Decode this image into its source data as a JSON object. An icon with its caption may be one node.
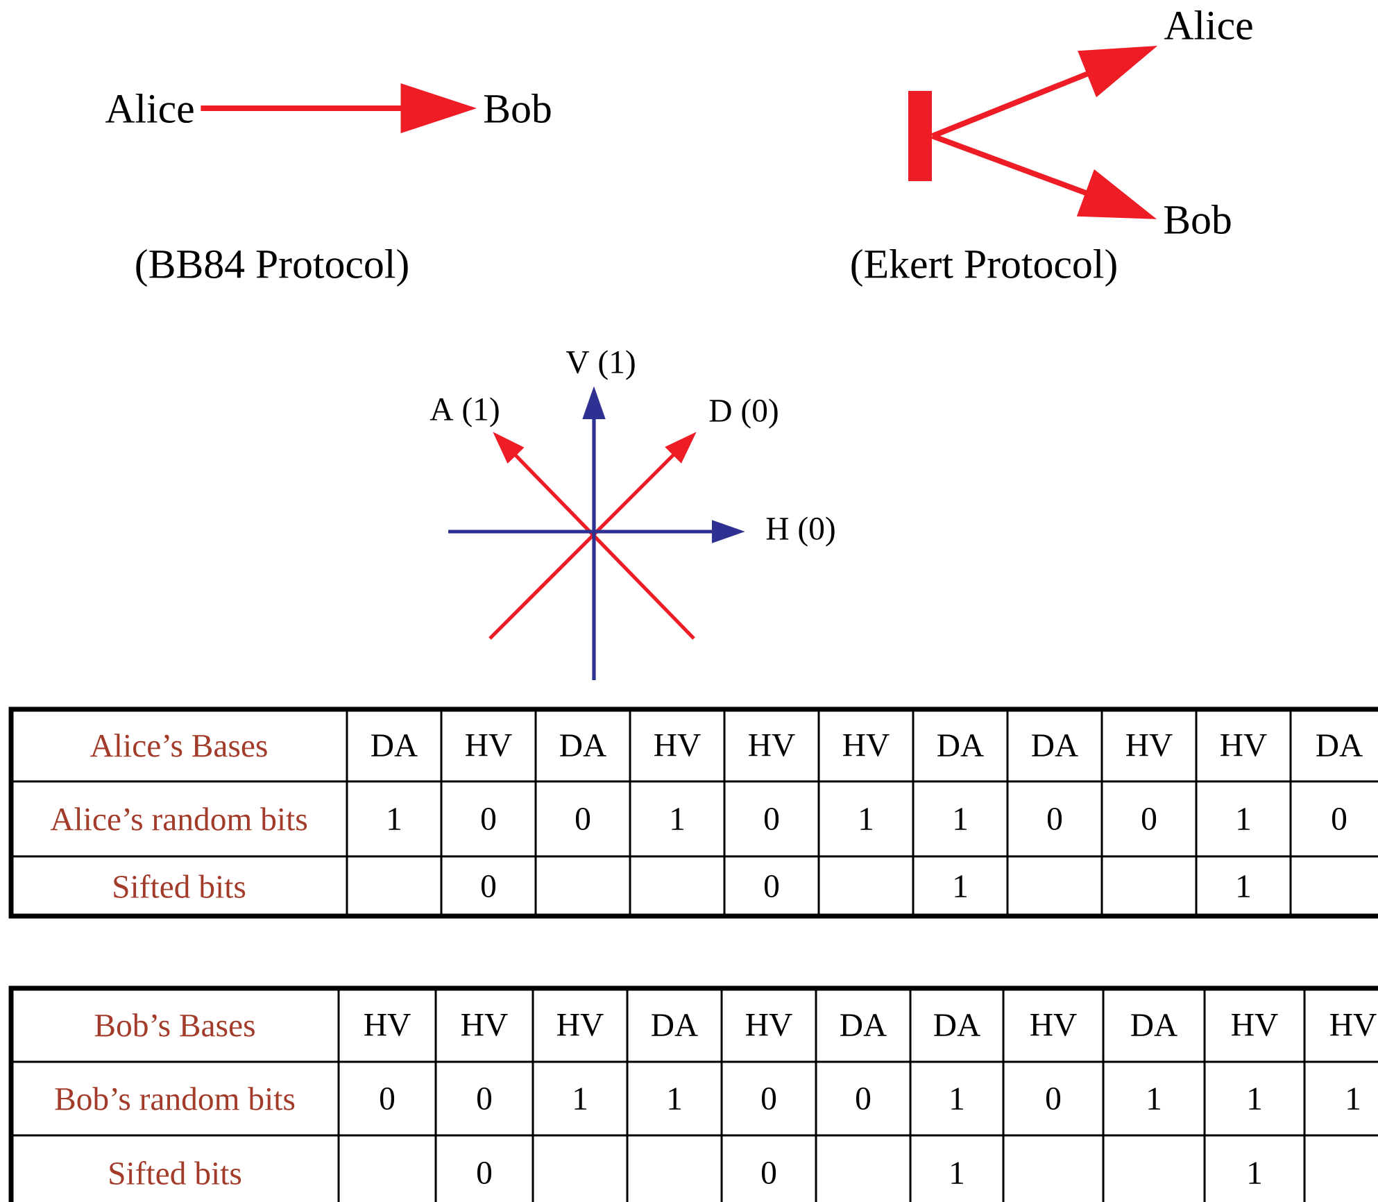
{
  "diagram": {
    "nodes": [
      {
        "text": [
          "Alice"
        ]
      },
      {
        "text": [
          "Bob"
        ]
      },
      {
        "text": [
          "Alice"
        ]
      },
      {
        "text": [],
        "shape": "bar"
      },
      {
        "text": [
          "Bob"
        ]
      }
    ],
    "edges": [
      {
        "from": 0,
        "to": 1,
        "arrow": "to"
      },
      {
        "from": 3,
        "to": 2,
        "arrow": "to"
      },
      {
        "from": 3,
        "to": 4,
        "arrow": "to"
      }
    ],
    "labels": [
      "(BB84 Protocol)",
      "(Ekert Protocol)",
      "V (1)",
      "A (1)",
      "D (0)",
      "H (0)",
      "Alice’s Bases",
      "DA",
      "HV",
      "DA",
      "HV",
      "HV",
      "HV",
      "DA",
      "DA",
      "HV",
      "HV",
      "DA",
      "Alice’s random bits",
      "1",
      "0",
      "0",
      "1",
      "0",
      "1",
      "1",
      "0",
      "0",
      "1",
      "0",
      "Sifted bits",
      "0",
      "0",
      "1",
      "1",
      "Bob’s Bases",
      "HV",
      "HV",
      "HV",
      "DA",
      "HV",
      "DA",
      "DA",
      "HV",
      "DA",
      "HV",
      "HV",
      "Bob’s random bits",
      "0",
      "0",
      "1",
      "1",
      "0",
      "0",
      "1",
      "0",
      "1",
      "1",
      "1",
      "Sifted bits",
      "0",
      "0",
      "1",
      "1"
    ]
  }
}
